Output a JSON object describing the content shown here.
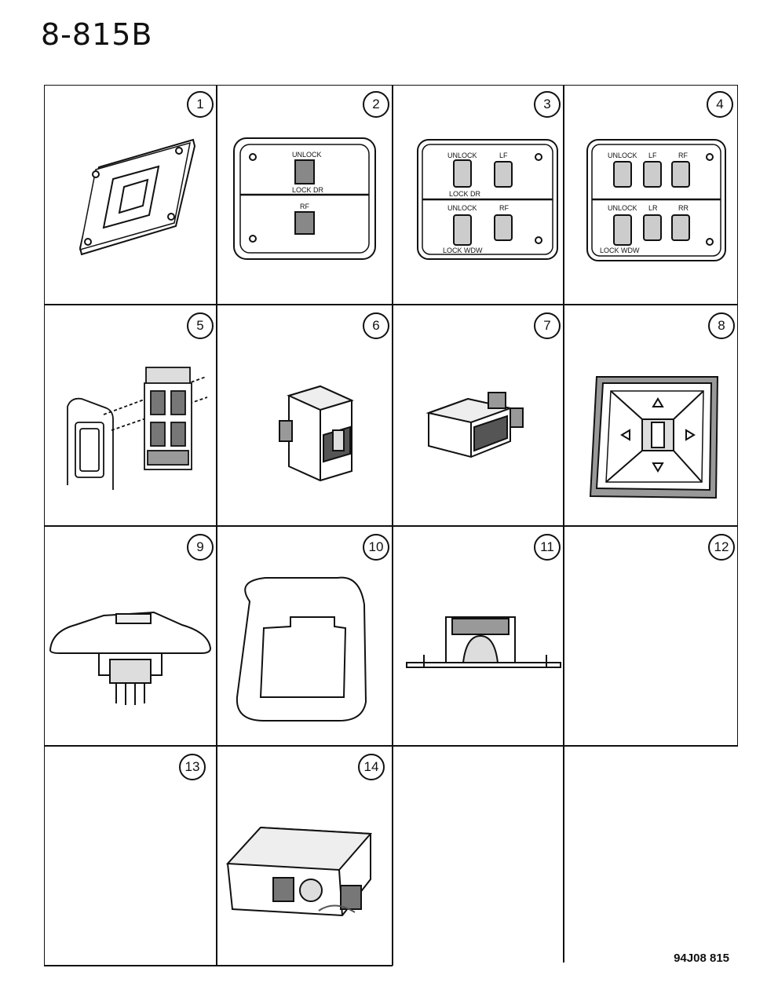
{
  "page": {
    "title": "8-815B",
    "footer_code": "94J08 815"
  },
  "callouts": [
    "1",
    "2",
    "3",
    "4",
    "5",
    "6",
    "7",
    "8",
    "9",
    "10",
    "11",
    "12",
    "13",
    "14"
  ],
  "panel2": {
    "top_label": "UNLOCK",
    "bottom_top_label": "LOCK DR",
    "lower_label": "RF"
  },
  "panel3": {
    "unlock": "UNLOCK",
    "lf": "LF",
    "lock_dr": "LOCK DR",
    "unlock2": "UNLOCK",
    "rf": "RF",
    "lock_wdw": "LOCK WDW"
  },
  "panel4": {
    "unlock": "UNLOCK",
    "lf": "LF",
    "rf": "RF",
    "unlock2": "UNLOCK",
    "lr": "LR",
    "rr": "RR",
    "lock_wdw": "LOCK WDW"
  }
}
